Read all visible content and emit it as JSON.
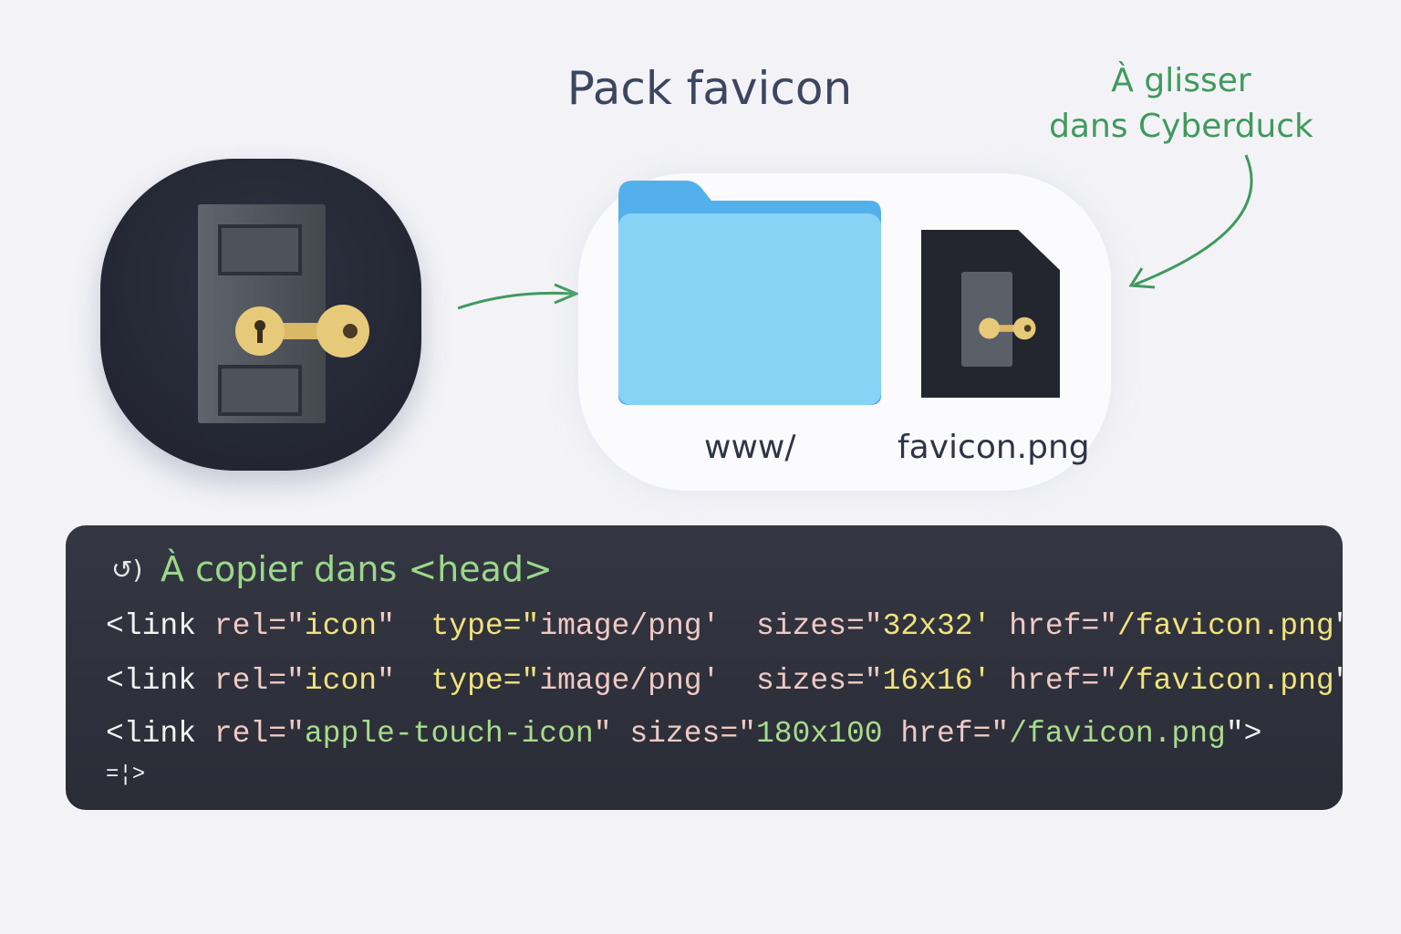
{
  "title": "Pack favicon",
  "note": [
    "À glisser",
    "dans Cyberduck"
  ],
  "files": {
    "folder_label": "www/",
    "file_label": "favicon.png"
  },
  "code": {
    "title": "À copier dans <head>",
    "icon": "↺)",
    "lines": [
      [
        {
          "t": "<link ",
          "c": "tag"
        },
        {
          "t": "rel=\"",
          "c": "attr"
        },
        {
          "t": "icon",
          "c": "val"
        },
        {
          "t": "\"  ",
          "c": "attr"
        },
        {
          "t": "type=\"",
          "c": "val"
        },
        {
          "t": "image/png'  sizes=\"",
          "c": "attr"
        },
        {
          "t": "32x32'",
          "c": "val"
        },
        {
          "t": " href=\"",
          "c": "attr"
        },
        {
          "t": "/favicon.png",
          "c": "val"
        },
        {
          "t": "\">",
          "c": "tag"
        }
      ],
      [
        {
          "t": "<link ",
          "c": "tag"
        },
        {
          "t": "rel=\"",
          "c": "attr"
        },
        {
          "t": "icon",
          "c": "val"
        },
        {
          "t": "\"  ",
          "c": "attr"
        },
        {
          "t": "type=\"",
          "c": "val"
        },
        {
          "t": "image/png'  sizes=\"",
          "c": "attr"
        },
        {
          "t": "16x16'",
          "c": "val"
        },
        {
          "t": " href=\"",
          "c": "attr"
        },
        {
          "t": "/favicon.png",
          "c": "val"
        },
        {
          "t": "\">",
          "c": "tag"
        }
      ],
      [
        {
          "t": "<link ",
          "c": "tag"
        },
        {
          "t": "rel=\"",
          "c": "attr"
        },
        {
          "t": "apple-touch-icon",
          "c": "green"
        },
        {
          "t": "\" sizes=\"",
          "c": "attr"
        },
        {
          "t": "180x100",
          "c": "green"
        },
        {
          "t": " href=\"",
          "c": "attr"
        },
        {
          "t": "/favicon.png",
          "c": "green"
        },
        {
          "t": "\">",
          "c": "tag"
        }
      ],
      [
        {
          "t": "=¦>",
          "c": "tag"
        }
      ]
    ]
  },
  "colors": {
    "accent_green": "#3f9a5c",
    "code_bg": "#2f313c",
    "folder_blue": "#7fd0f5"
  }
}
